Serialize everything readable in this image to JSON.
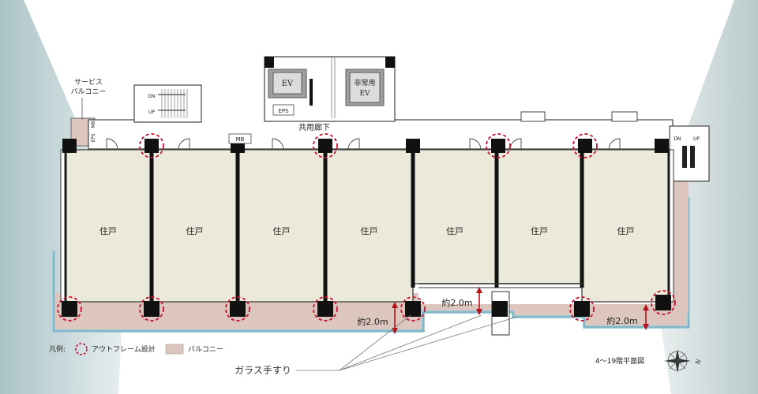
{
  "labels": {
    "service_balcony_line1": "サービス",
    "service_balcony_line2": "バルコニー",
    "corridor": "共用廊下",
    "ev": "EV",
    "emergency_ev_line1": "非常用",
    "emergency_ev_line2": "EV",
    "eps_top": "EPS",
    "eps_side": "EPS",
    "mb_side": "MB",
    "mb_top": "MB",
    "stair_dn": "DN",
    "stair_up": "UP",
    "depth_left": "約2.0m",
    "depth_mid": "約2.0m",
    "depth_right": "約2.0m",
    "glass_rail": "ガラス手すり",
    "floor_title": "4〜19階平面図",
    "compass_n": "N"
  },
  "units": [
    "住戸",
    "住戸",
    "住戸",
    "住戸",
    "住戸",
    "住戸",
    "住戸"
  ],
  "legend": {
    "title": "凡例:",
    "outframe": "アウトフレーム設計",
    "balcony": "バルコニー"
  },
  "colors": {
    "unit_fill": "#ebe9d9",
    "balcony_fill": "#dcc6be",
    "column": "#111111",
    "outframe_circle": "#c8102e",
    "dimension": "#b5121b",
    "glass": "#9ecfdc",
    "backdrop": "#c9d9db"
  }
}
